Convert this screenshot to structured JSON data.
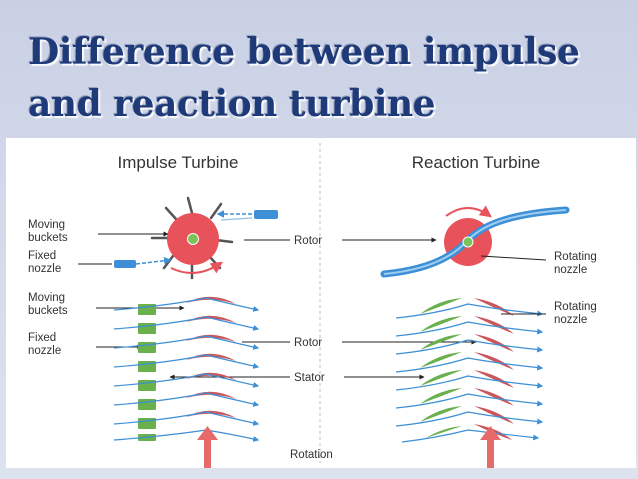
{
  "slide": {
    "title_line1": "Difference between impulse",
    "title_line2": "and reaction turbine"
  },
  "diagram": {
    "impulse_heading": "Impulse Turbine",
    "reaction_heading": "Reaction Turbine",
    "labels": {
      "moving_buckets_1a": "Moving",
      "moving_buckets_1b": "buckets",
      "fixed_nozzle_1a": "Fixed",
      "fixed_nozzle_1b": "nozzle",
      "moving_buckets_2a": "Moving",
      "moving_buckets_2b": "buckets",
      "fixed_nozzle_2a": "Fixed",
      "fixed_nozzle_2b": "nozzle",
      "rotor_top": "Rotor",
      "rotor_mid": "Rotor",
      "stator": "Stator",
      "rotation": "Rotation",
      "rotating_nozzle_1a": "Rotating",
      "rotating_nozzle_1b": "nozzle",
      "rotating_nozzle_2a": "Rotating",
      "rotating_nozzle_2b": "nozzle"
    },
    "colors": {
      "rotor_red": "#e8525a",
      "blade_red": "#c9575d",
      "stator_green": "#6ab04c",
      "flow_blue": "#3d8fd6",
      "arrow_red": "#e66a6a",
      "center_green": "#7cc35a"
    }
  }
}
